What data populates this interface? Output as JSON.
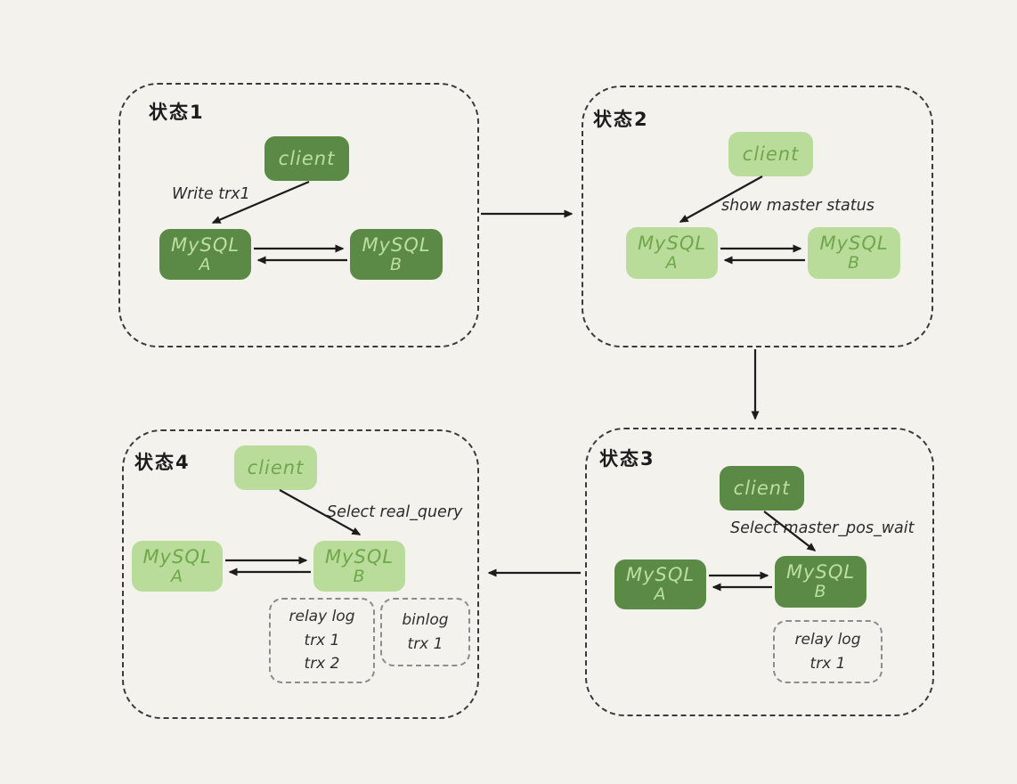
{
  "colors": {
    "background": "#f4f2ed",
    "node_dark_green": "#5b8a47",
    "node_light_green": "#b9dc9b",
    "text_on_dark": "#bcdf9d",
    "text_on_light": "#6fa74a",
    "arrow": "#1c1c1c",
    "state_border": "#3a3a3a",
    "log_border": "#8c8c8c",
    "label_text": "#2b2b2b"
  },
  "state1": {
    "title": "状态1",
    "client_label": "client",
    "action_label": "Write trx1",
    "mysql_a_name": "MySQL",
    "mysql_a_id": "A",
    "mysql_b_name": "MySQL",
    "mysql_b_id": "B"
  },
  "state2": {
    "title": "状态2",
    "client_label": "client",
    "action_label": "show master status",
    "mysql_a_name": "MySQL",
    "mysql_a_id": "A",
    "mysql_b_name": "MySQL",
    "mysql_b_id": "B"
  },
  "state3": {
    "title": "状态3",
    "client_label": "client",
    "action_label": "Select master_pos_wait",
    "mysql_a_name": "MySQL",
    "mysql_a_id": "A",
    "mysql_b_name": "MySQL",
    "mysql_b_id": "B",
    "relay_log": {
      "title": "relay log",
      "entry1": "trx 1"
    }
  },
  "state4": {
    "title": "状态4",
    "client_label": "client",
    "action_label": "Select real_query",
    "mysql_a_name": "MySQL",
    "mysql_a_id": "A",
    "mysql_b_name": "MySQL",
    "mysql_b_id": "B",
    "relay_log": {
      "title": "relay log",
      "entry1": "trx 1",
      "entry2": "trx 2"
    },
    "binlog": {
      "title": "binlog",
      "entry1": "trx 1"
    }
  }
}
